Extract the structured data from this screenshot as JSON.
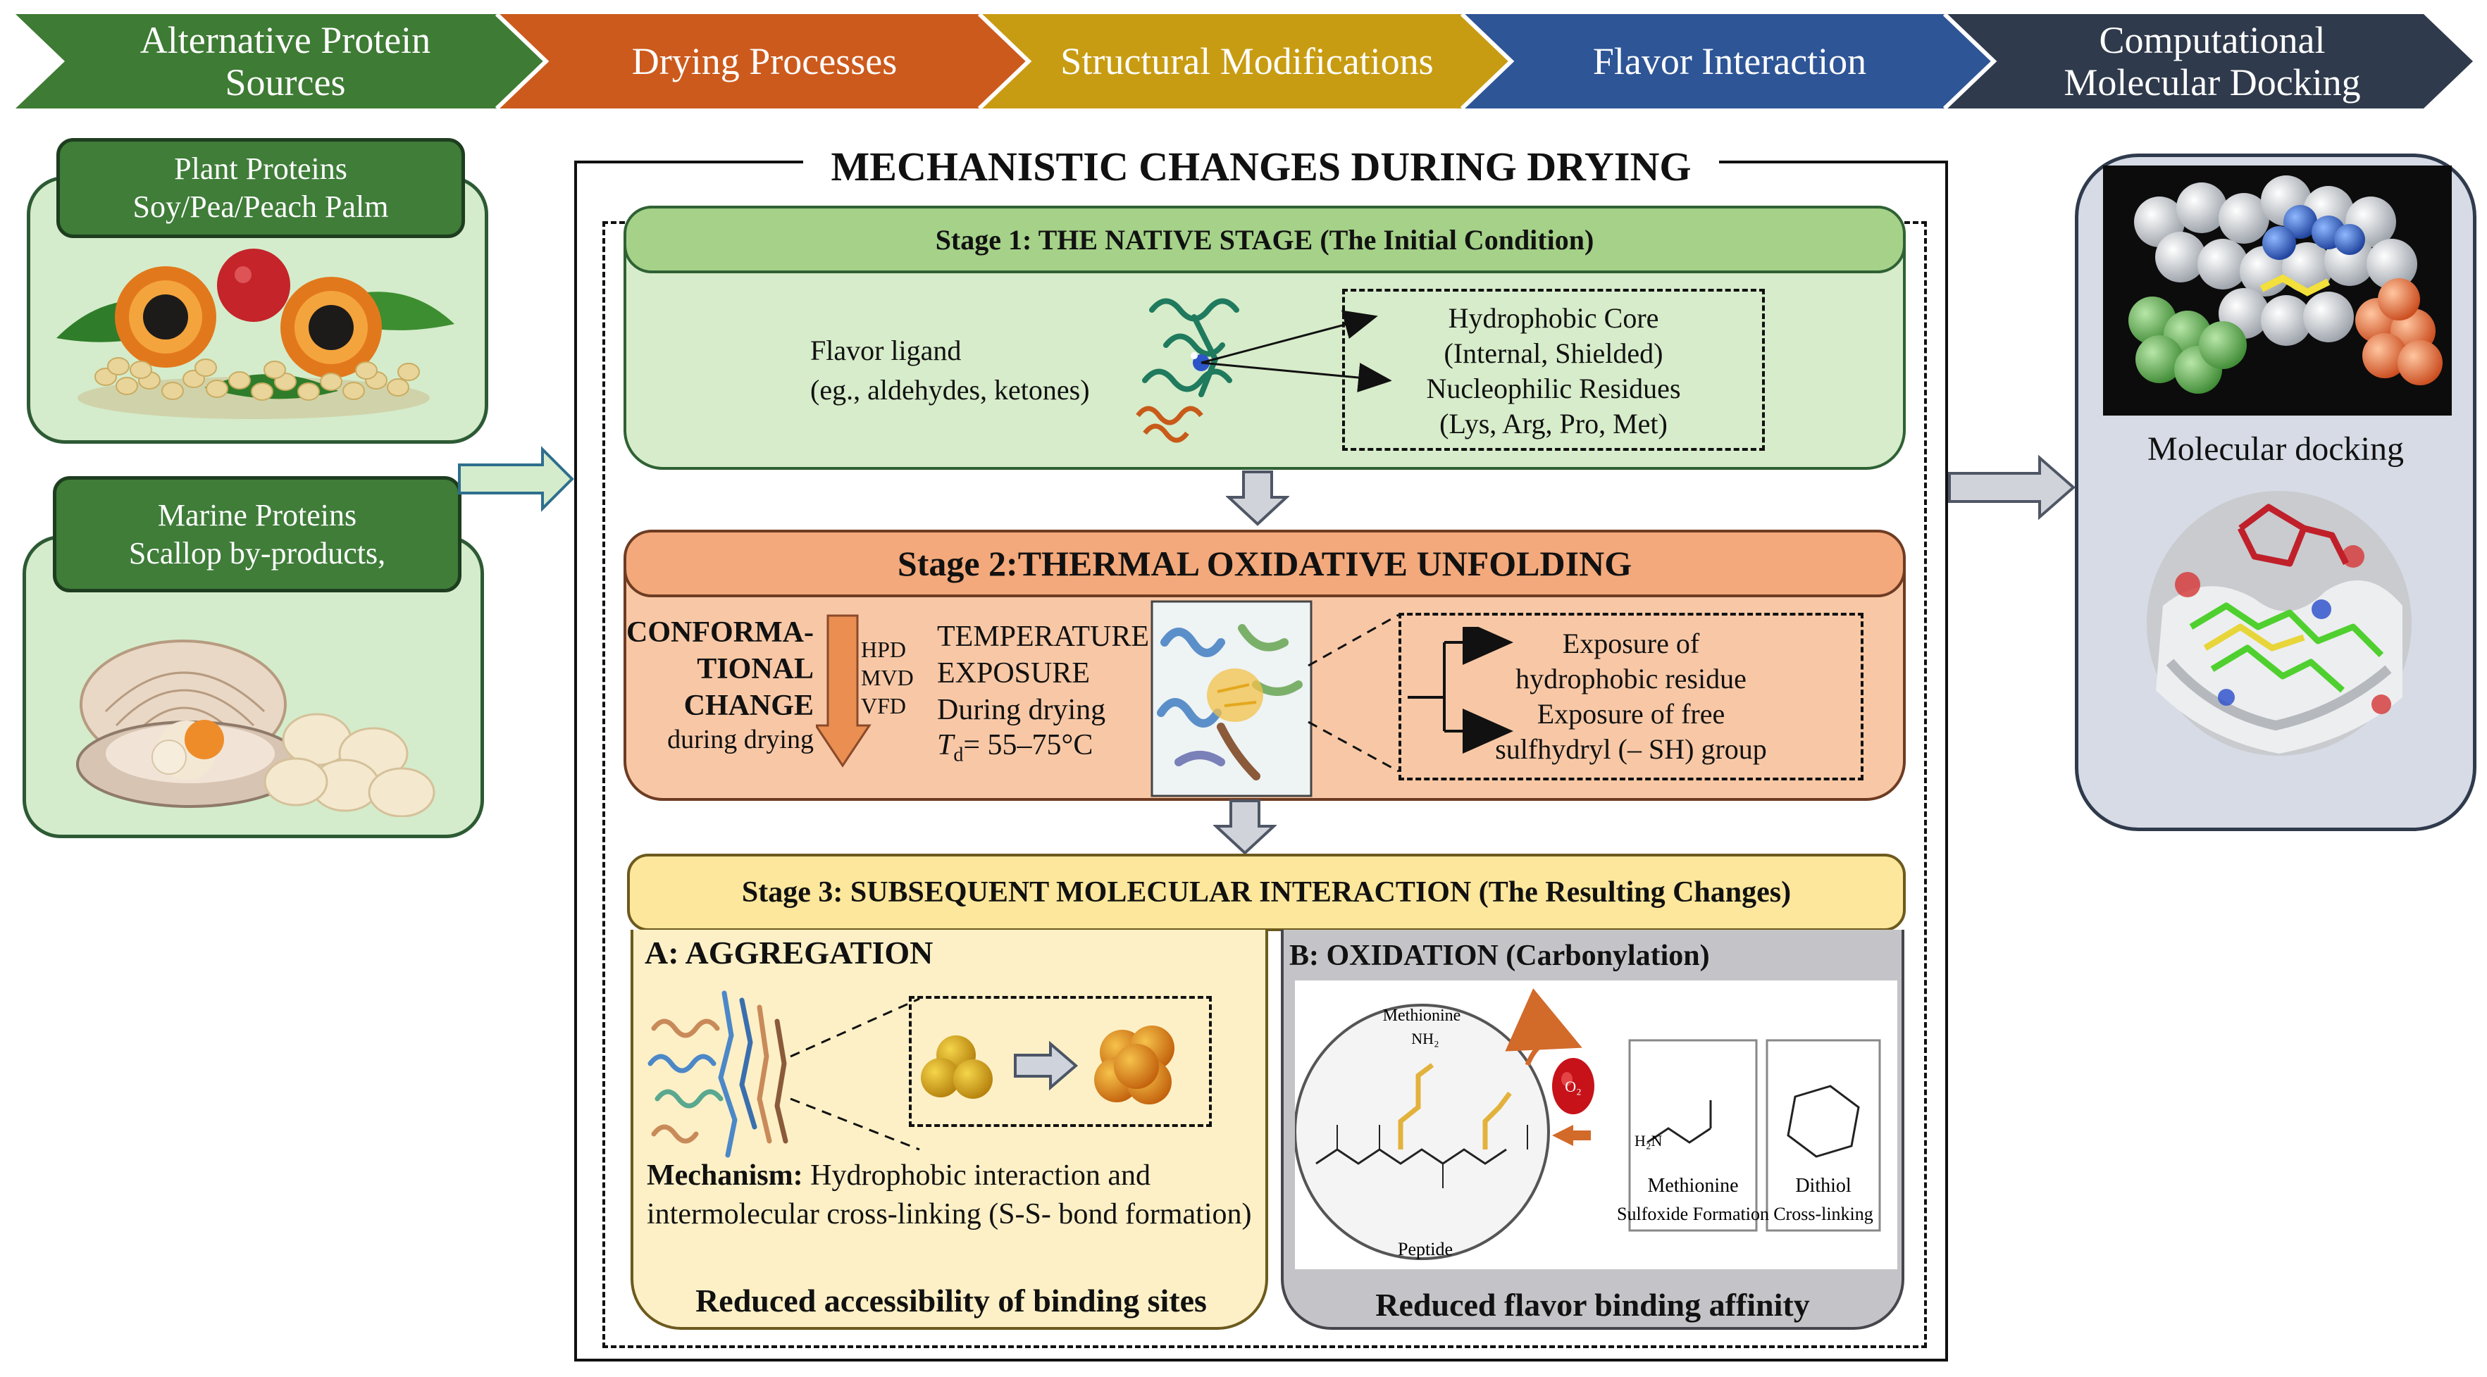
{
  "pipeline": [
    {
      "line1": "Alternative Protein",
      "line2": "Sources",
      "color": "#3e7b34"
    },
    {
      "line1": "Drying Processes",
      "line2": "",
      "color": "#cc5a1c"
    },
    {
      "line1": "Structural Modifications",
      "line2": "",
      "color": "#c89c12"
    },
    {
      "line1": "Flavor Interaction",
      "line2": "",
      "color": "#2e5596"
    },
    {
      "line1": "Computational",
      "line2": "Molecular Docking",
      "color": "#2f3a4c"
    }
  ],
  "sources": {
    "plant": {
      "title": "Plant Proteins",
      "subtitle": "Soy/Pea/Peach Palm"
    },
    "marine": {
      "title": "Marine Proteins",
      "subtitle": "Scallop by-products,"
    }
  },
  "main_title": "MECHANISTIC CHANGES DURING DRYING",
  "stage1": {
    "title": "Stage 1: THE NATIVE STAGE (The Initial Condition)",
    "ligand_line1": "Flavor ligand",
    "ligand_line2": "(eg., aldehydes, ketones)",
    "box_lines": [
      "Hydrophobic Core",
      "(Internal, Shielded)",
      "Nucleophilic Residues",
      "(Lys, Arg, Pro, Met)"
    ]
  },
  "stage2": {
    "title": "Stage 2:THERMAL OXIDATIVE UNFOLDING",
    "change_lines": [
      "CONFORMA-",
      "TIONAL",
      "CHANGE"
    ],
    "change_sub": "during drying",
    "methods": [
      "HPD",
      "MVD",
      "VFD"
    ],
    "temp_line1": "TEMPERATURE",
    "temp_line2": "EXPOSURE",
    "temp_line3": "During drying",
    "temp_symbol": "T",
    "temp_subscript": "d",
    "temp_value": "= 55–75°C",
    "exposure_lines": [
      "Exposure of",
      "hydrophobic residue",
      "Exposure of free",
      "sulfhydryl (– SH) group"
    ]
  },
  "stage3": {
    "title": "Stage 3: SUBSEQUENT MOLECULAR INTERACTION (The Resulting Changes)",
    "a_title": "A: AGGREGATION",
    "mechanism_label": "Mechanism:",
    "mechanism_text": " Hydrophobic interaction and intermolecular cross-linking (S-S- bond formation)",
    "a_result": "Reduced accessibility of binding sites",
    "b_title": "B: OXIDATION  (Carbonylation)",
    "b_result": "Reduced flavor binding affinity",
    "scheme": {
      "methionine": "Methionine",
      "nh2": "NH₂",
      "peptide": "Peptide",
      "o2": "O₂",
      "h2n": "H₂N",
      "sulfoxide_line1": "Methionine",
      "sulfoxide_line2": "Sulfoxide Formation",
      "dithiol_line1": "Dithiol",
      "dithiol_line2": "Cross-linking"
    }
  },
  "docking_label": "Molecular docking"
}
